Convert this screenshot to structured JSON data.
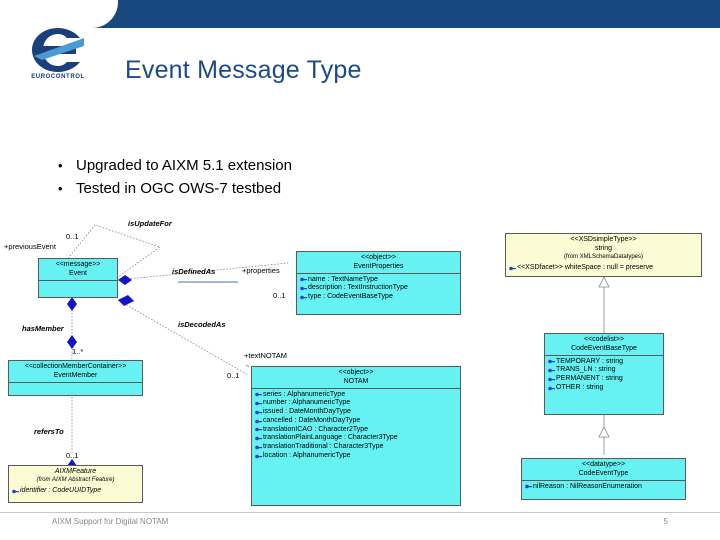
{
  "header": {
    "band_color": "#17487f",
    "logo_label": "EUROCONTROL"
  },
  "slide": {
    "title": "Event Message Type",
    "bullet_marker": "•",
    "bullets": [
      "Upgraded to AIXM 5.1 extension",
      "Tested in OGC OWS-7 testbed"
    ]
  },
  "footer": {
    "left": "AIXM Support for Digital NOTAM",
    "page_number": "5"
  },
  "diagram": {
    "boxes": {
      "event": {
        "stereotype": "<<message>>",
        "name": "Event",
        "attributes": []
      },
      "event_member": {
        "stereotype": "<<collectionMemberContainer>>",
        "name": "EventMember",
        "attributes": []
      },
      "aixm_feature": {
        "stereotype": "AIXMFeature",
        "name": "(from AIXM Abstract Feature)",
        "attributes": [
          "identifier : CodeUUIDType"
        ]
      },
      "event_properties": {
        "stereotype": "<<object>>",
        "name": "EventProperties",
        "attributes": [
          "name : TextNameType",
          "description : TextInstructionType",
          "type : CodeEventBaseType"
        ]
      },
      "notam": {
        "stereotype": "<<object>>",
        "name": "NOTAM",
        "attributes": [
          "series : AlphanumericType",
          "number : AlphanumericType",
          "issued : DateMonthDayType",
          "cancelled : DateMonthDayType",
          "translationICAO : Character2Type",
          "translationPlainLanguage : Character3Type",
          "translationTraditional : Character3Type",
          "location : AlphanumericType"
        ]
      },
      "xsd_string": {
        "stereotype": "<<XSDsimpleType>>",
        "name": "string",
        "source": "(from XMLSchemaDatatypes)",
        "attributes": [
          "<<XSDfacet>> whiteSpace : null = preserve"
        ]
      },
      "code_event_base_type": {
        "stereotype": "<<codelist>>",
        "name": "CodeEventBaseType",
        "attributes": [
          "TEMPORARY : string",
          "TRANS_LN : string",
          "PERMANENT : string",
          "OTHER : string"
        ]
      },
      "code_event_type": {
        "stereotype": "<<datatype>>",
        "name": "CodeEventType",
        "attributes": [
          "nilReason : NilReasonEnumeration"
        ]
      }
    },
    "labels": {
      "is_update_for": "isUpdateFor",
      "previous_event_role": "+previousEvent",
      "previous_event_mult": "0..1",
      "is_defined_as": "isDefinedAs",
      "properties_role": "+properties",
      "properties_mult": "0..1",
      "is_decoded_as": "isDecodedAs",
      "text_notam_role": "+textNOTAM",
      "text_notam_mult": "0..1",
      "has_member": "hasMember",
      "has_member_mult": "1..*",
      "refers_to": "refersTo",
      "refers_to_mult": "0..1"
    },
    "colors": {
      "class_fill": "#66f2f2",
      "external_fill": "#fbfbd4",
      "border": "#5a5a5a",
      "connector": "#2222cc"
    }
  }
}
